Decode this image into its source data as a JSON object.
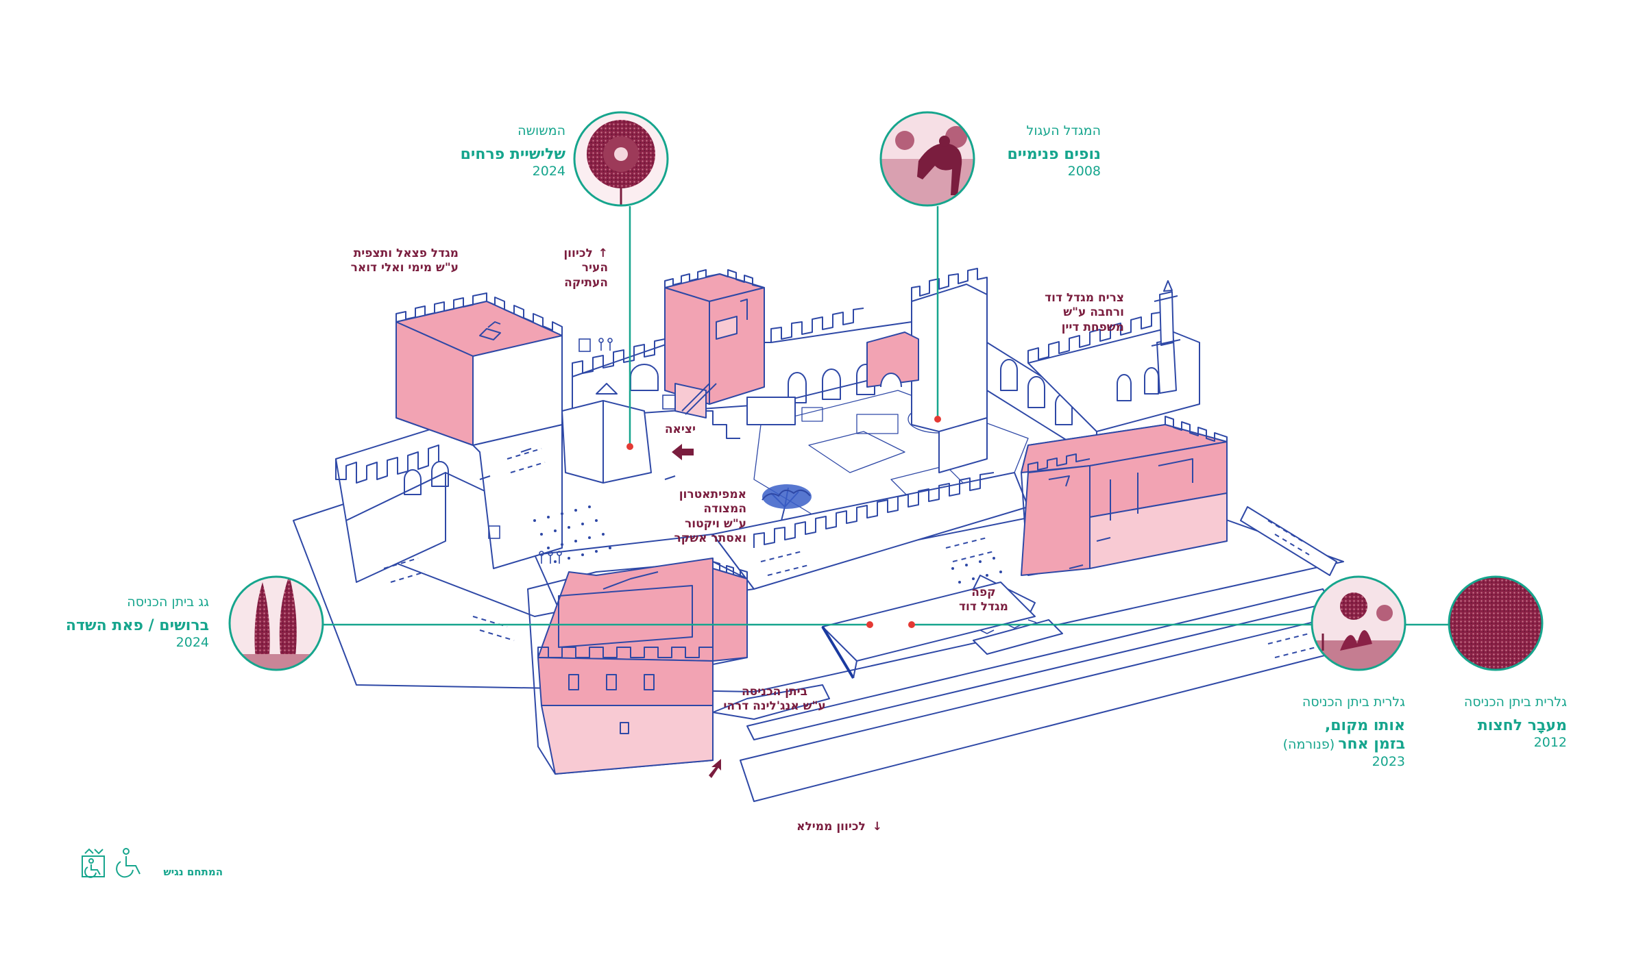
{
  "colors": {
    "teal": "#16a58d",
    "maroon": "#7a1d3e",
    "outline_blue": "#2e48a6",
    "building_pink": "#f2a3b3",
    "building_pink_light": "#f8cad3",
    "marker_red": "#e43a34"
  },
  "installations": [
    {
      "id": "flowers",
      "location": "המשושה",
      "title": "שלישיית פרחים",
      "year": "2024",
      "image_icon": "flower-photo-icon"
    },
    {
      "id": "landscapes",
      "location": "המגדל העגול",
      "title": "נופים פנימיים",
      "year": "2008",
      "image_icon": "figure-photo-icon"
    },
    {
      "id": "cypress",
      "location": "גג ביתן הכניסה",
      "title": "ברושים / פאת השדה",
      "year": "2024",
      "image_icon": "cypress-photo-icon"
    },
    {
      "id": "same-place",
      "location": "גלרית ביתן הכניסה",
      "title_line1": "אותו מקום,",
      "title_line2": "בזמן אחר",
      "title_suffix": "(פנורמה)",
      "year": "2023",
      "image_icon": "panorama-photo-icon"
    },
    {
      "id": "passage",
      "location": "גלרית ביתן הכניסה",
      "title": "מעבָר לחצות",
      "year": "2012",
      "image_icon": "texture-photo-icon"
    }
  ],
  "map_labels": {
    "phasael": [
      "מגדל פצאל ותצפית",
      "ע\"ש מימי ואלי דואר"
    ],
    "old_city": [
      "לכיוון",
      "העיר",
      "העתיקה"
    ],
    "old_city_arrow": "↑",
    "courtyard": [
      "צריח מגדל דוד",
      "ורחבה ע\"ש",
      "משפחת דיין"
    ],
    "exit": "יציאה",
    "amphitheater": [
      "אמפיתאטרון",
      "המצודה",
      "ע\"ש ויקטור",
      "ואסתר אשקר"
    ],
    "cafe": [
      "קפה",
      "מגדל דוד"
    ],
    "entrance_pavilion": [
      "ביתן הכניסה",
      "ע\"ש אנג'לינה דרהי"
    ],
    "mamilla": "לכיוון ממילא",
    "mamilla_arrow": "↓"
  },
  "legend": {
    "label": "המתחם נגיש",
    "icons": [
      "accessible-elevator-icon",
      "wheelchair-icon"
    ]
  }
}
